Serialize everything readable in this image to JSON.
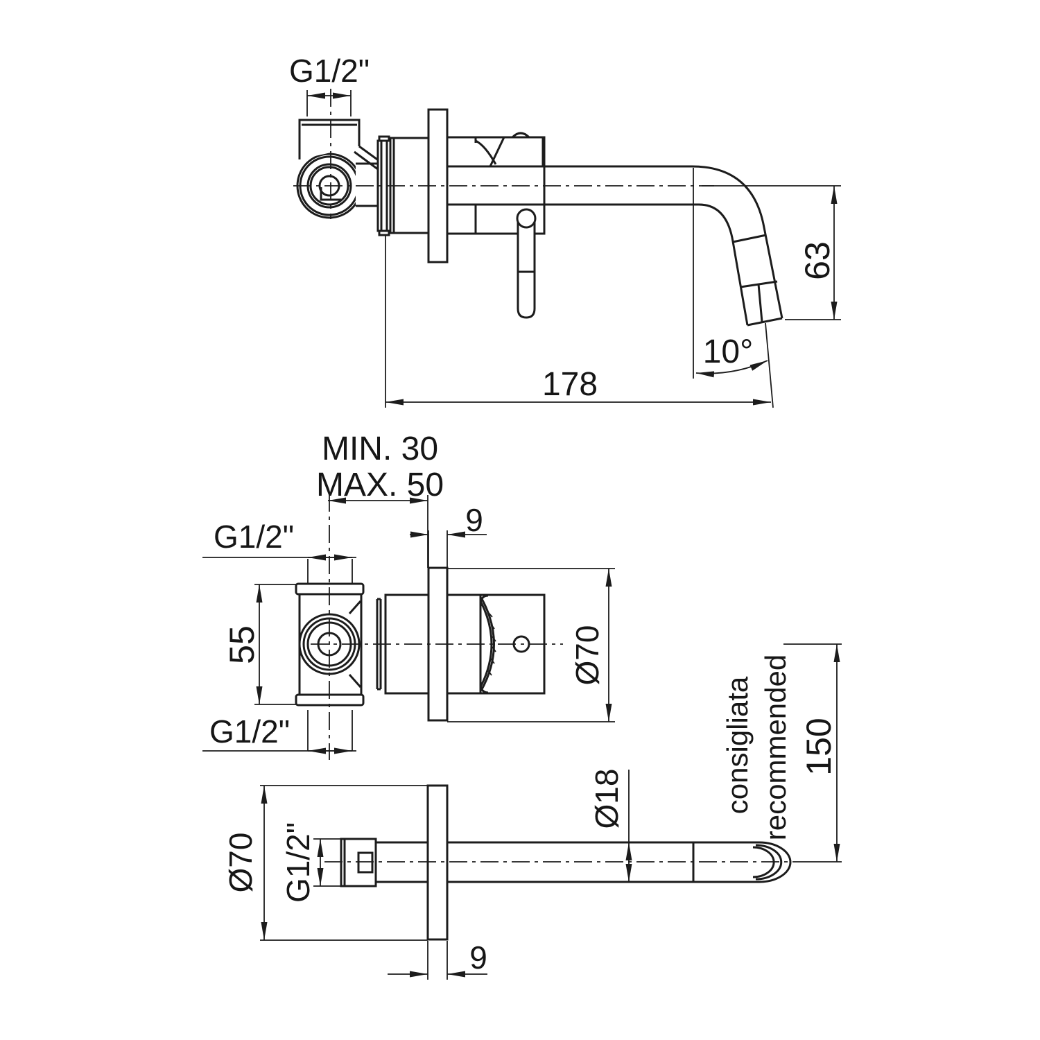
{
  "drawing": {
    "type": "technical installation diagram",
    "subject": "wall-mounted single-lever basin mixer with spout",
    "background_color": "#ffffff",
    "line_color": "#1c1c1c",
    "views": {
      "side": {
        "description": "side elevation of assembled mixer with curved spout",
        "labels": {
          "inlet_thread": "G1/2\"",
          "spout_reach": "178",
          "spout_drop": "63",
          "spout_angle": "10°"
        }
      },
      "plan": {
        "description": "plan view of in-wall valve body, flange and handle",
        "labels": {
          "min_depth": "MIN. 30",
          "max_depth": "MAX. 50",
          "thread_top": "G1/2\"",
          "thread_bottom": "G1/2\"",
          "body_height": "55",
          "flange_thickness": "9",
          "flange_diameter": "Ø70"
        }
      },
      "front": {
        "description": "front view of spout with wall flange",
        "labels": {
          "flange_diameter": "Ø70",
          "spout_thread": "G1/2\"",
          "spout_diameter": "Ø18",
          "flange_thickness": "9",
          "axis_distance": "150",
          "note_italian": "consigliata",
          "note_english": "recommended"
        }
      }
    }
  }
}
